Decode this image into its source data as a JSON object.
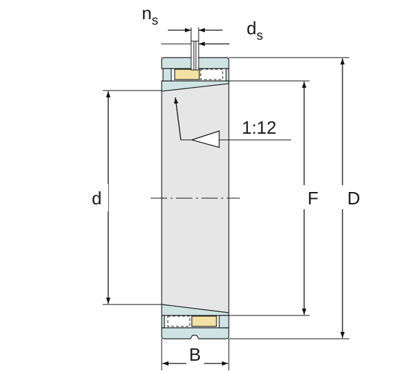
{
  "labels": {
    "ns_main": "n",
    "ns_sub": "s",
    "ds_main": "d",
    "ds_sub": "s",
    "taper": "1:12",
    "d": "d",
    "F": "F",
    "D": "D",
    "B": "B"
  },
  "colors": {
    "ring_fill": "#cfe3e3",
    "ring_edge": "#8fb3b3",
    "bore_fill": "#e6e6e6",
    "roller_fill": "#f3e2a6",
    "roller_ghost": "#ffffff",
    "line": "#111111"
  }
}
